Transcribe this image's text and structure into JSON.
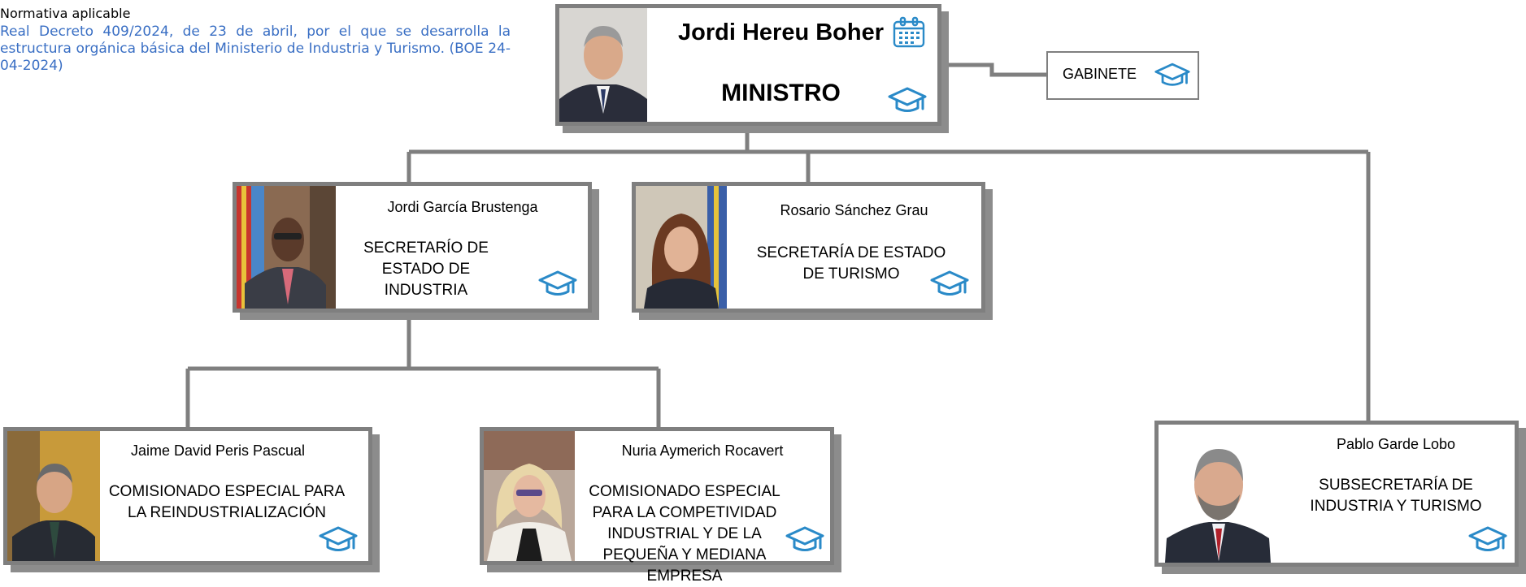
{
  "normativa": {
    "title": "Normativa aplicable",
    "text": "Real Decreto 409/2024, de 23 de abril, por el que se desarrolla la estructura orgánica básica del Ministerio de Industria y Turismo. (BOE 24-04-2024)"
  },
  "minister": {
    "name": "Jordi Hereu Boher",
    "role": "MINISTRO"
  },
  "gabinete": {
    "label": "GABINETE"
  },
  "sec_industria": {
    "name": "Jordi García Brustenga",
    "role": "SECRETARÍO DE ESTADO DE INDUSTRIA"
  },
  "sec_turismo": {
    "name": "Rosario Sánchez Grau",
    "role": "SECRETARÍA DE ESTADO DE TURISMO"
  },
  "comisionado_reind": {
    "name": "Jaime David Peris Pascual",
    "role": "COMISIONADO ESPECIAL PARA LA REINDUSTRIALIZACIÓN"
  },
  "comisionado_comp": {
    "name": "Nuria Aymerich Rocavert",
    "role": "COMISIONADO ESPECIAL PARA LA COMPETIVIDAD INDUSTRIAL Y DE LA PEQUEÑA Y MEDIANA EMPRESA"
  },
  "subsecretaria": {
    "name": "Pablo Garde Lobo",
    "role": "SUBSECRETARÍA DE INDUSTRIA Y TURISMO"
  },
  "colors": {
    "connector": "#7f7f7f",
    "icon": "#2a8ac8",
    "link_text": "#3a6fc4"
  },
  "icons": {
    "cap": "graduation-cap-icon",
    "calendar": "calendar-icon"
  }
}
